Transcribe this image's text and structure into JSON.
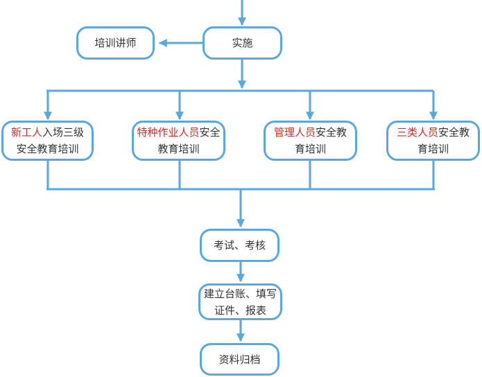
{
  "colors": {
    "stroke": "#5aa7dc",
    "text": "#333333",
    "highlight": "#c8312f",
    "background": "#ffffff"
  },
  "nodes": {
    "implement": {
      "text": "实施"
    },
    "trainer": {
      "text": "培训讲师"
    },
    "new_worker": {
      "highlight": "新工人",
      "text": "入场三级安全教育培训"
    },
    "special_ops": {
      "highlight": "特种作业人员",
      "text": "安全教育培训"
    },
    "management": {
      "highlight": "管理人员",
      "text": "安全教育培训"
    },
    "three_types": {
      "highlight": "三类人员",
      "text": "安全教育培训"
    },
    "exam": {
      "text": "考试、考核"
    },
    "ledger": {
      "text": "建立台账、填写证件、报表"
    },
    "archive": {
      "text": "资料归档"
    }
  }
}
